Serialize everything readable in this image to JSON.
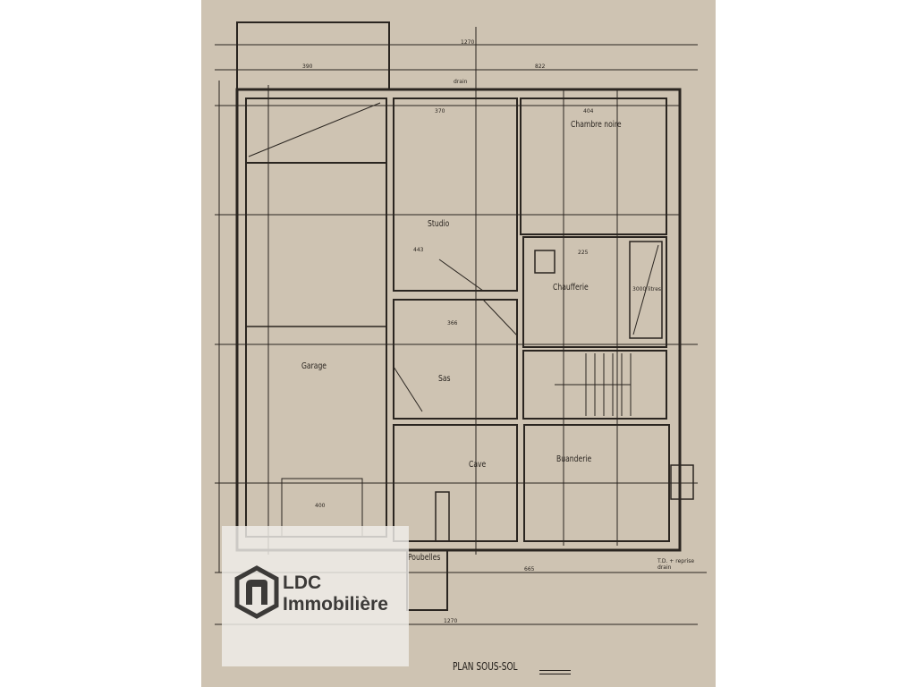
{
  "plan": {
    "title": "PLAN SOUS-SOL",
    "rooms": {
      "chambre_noire": "Chambre noire",
      "studio": "Studio",
      "chaufferie": "Chaufferie",
      "garage": "Garage",
      "sas": "Sas",
      "cave": "Cave",
      "buanderie": "Buanderie",
      "poubelles": "Poubelles"
    },
    "dimensions": {
      "total_bottom": "1270",
      "total_top": "1270",
      "top_right": "822",
      "balcony": "390",
      "studio_w": "370",
      "chambre_w": "404",
      "buanderie_run": "665",
      "garage_w": "400",
      "chaufferie_w": "225",
      "sas_w": "366",
      "studio_h": "443"
    },
    "notes": {
      "storage_tank": "3000 litres",
      "drain": "drain",
      "td": "T.D. + reprise drain"
    }
  },
  "logo": {
    "line1": "LDC",
    "line2": "Immobilière"
  }
}
